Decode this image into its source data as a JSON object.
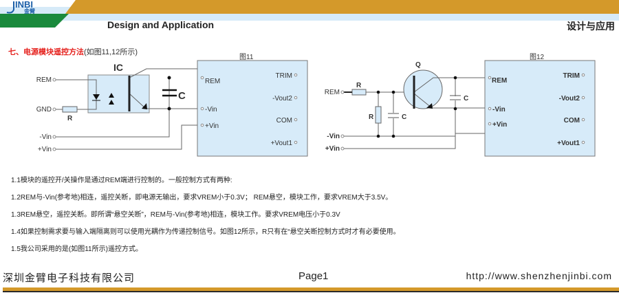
{
  "header": {
    "logo_text": "JINBI 金臂",
    "subtitle_en": "Design and Application",
    "subtitle_cn": "设计与应用"
  },
  "section": {
    "title": "七、电源模块遥控方法",
    "note": "(如图11,12所示)"
  },
  "fig11": {
    "caption": "图11",
    "ic_label": "IC",
    "cap_label": "C",
    "res_label": "R",
    "inputs": [
      "REM",
      "GND",
      "-Vin",
      "+Vin"
    ],
    "module_left": [
      "REM",
      "-Vin",
      "+Vin"
    ],
    "module_right": [
      "TRIM",
      "-Vout2",
      "COM",
      "+Vout1"
    ]
  },
  "fig12": {
    "caption": "图12",
    "q_label": "Q",
    "res_label": "R",
    "res2_label": "R",
    "cap_label": "C",
    "cap2_label": "C",
    "inputs": [
      "REM",
      "-Vin",
      "+Vin"
    ],
    "module_left": [
      "REM",
      "-Vin",
      "+Vin"
    ],
    "module_right": [
      "TRIM",
      "-Vout2",
      "COM",
      "+Vout1"
    ]
  },
  "paragraphs": [
    "1.1模块的遥控开/关操作是通过REM端进行控制的。一般控制方式有两种:",
    "1.2REM与-Vin(参考地)相连，遥控关断，即电源无输出，要求VREM小于0.3V；  REM悬空，模块工作，要求VREM大于3.5V。",
    "1.3REM悬空，遥控关断。即所谓“悬空关断”，REM与-Vin(参考地)相连，模块工作。要求VREM电压小于0.3V",
    "1.4如果控制需求要与输入端隔离则可以使用光耦作为传递控制信号。如图12所示，R只有在“悬空关断控制方式时才有必要使用。",
    "1.5我公司采用的是(如图11所示)遥控方式。"
  ],
  "footer": {
    "company": "深圳金臂电子科技有限公司",
    "page": "Page1",
    "url": "http://www.shenzhenjinbi.com"
  },
  "colors": {
    "orange": "#d4992a",
    "green": "#1a8a3c",
    "light_blue": "#d6eaf8",
    "red": "#e5211d",
    "box": "#d7ebf9"
  }
}
